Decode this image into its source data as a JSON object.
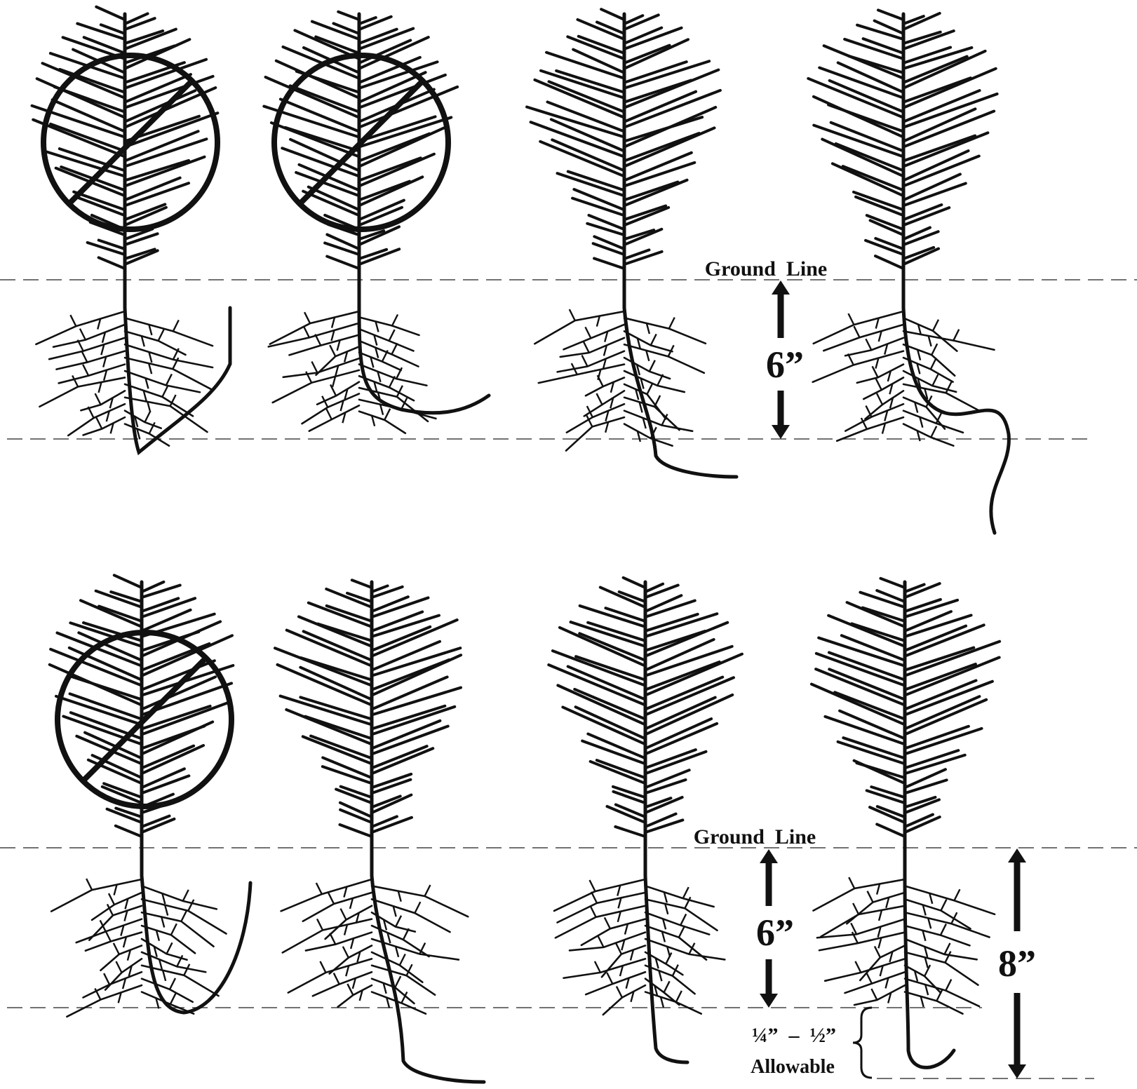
{
  "labels": {
    "ground_line_top": "Ground  Line",
    "ground_line_bottom": "Ground  Line",
    "depth_top": "6”",
    "depth_bottom": "6”",
    "depth_extended": "8”",
    "tolerance": "¼”  –  ½”",
    "allowable": "Allowable"
  },
  "seedlings": [
    {
      "id": "top-1",
      "crossed_out": true,
      "root": "j-root"
    },
    {
      "id": "top-2",
      "crossed_out": true,
      "root": "l-root"
    },
    {
      "id": "top-3",
      "crossed_out": false,
      "root": "long-tap"
    },
    {
      "id": "top-4",
      "crossed_out": false,
      "root": "s-curve"
    },
    {
      "id": "bottom-1",
      "crossed_out": true,
      "root": "u-root"
    },
    {
      "id": "bottom-2",
      "crossed_out": false,
      "root": "long-tap"
    },
    {
      "id": "bottom-3",
      "crossed_out": false,
      "root": "straight-tap"
    },
    {
      "id": "bottom-4",
      "crossed_out": false,
      "root": "short-hook"
    }
  ],
  "colors": {
    "ink": "#111111",
    "guide": "#555555",
    "background": "#ffffff"
  }
}
